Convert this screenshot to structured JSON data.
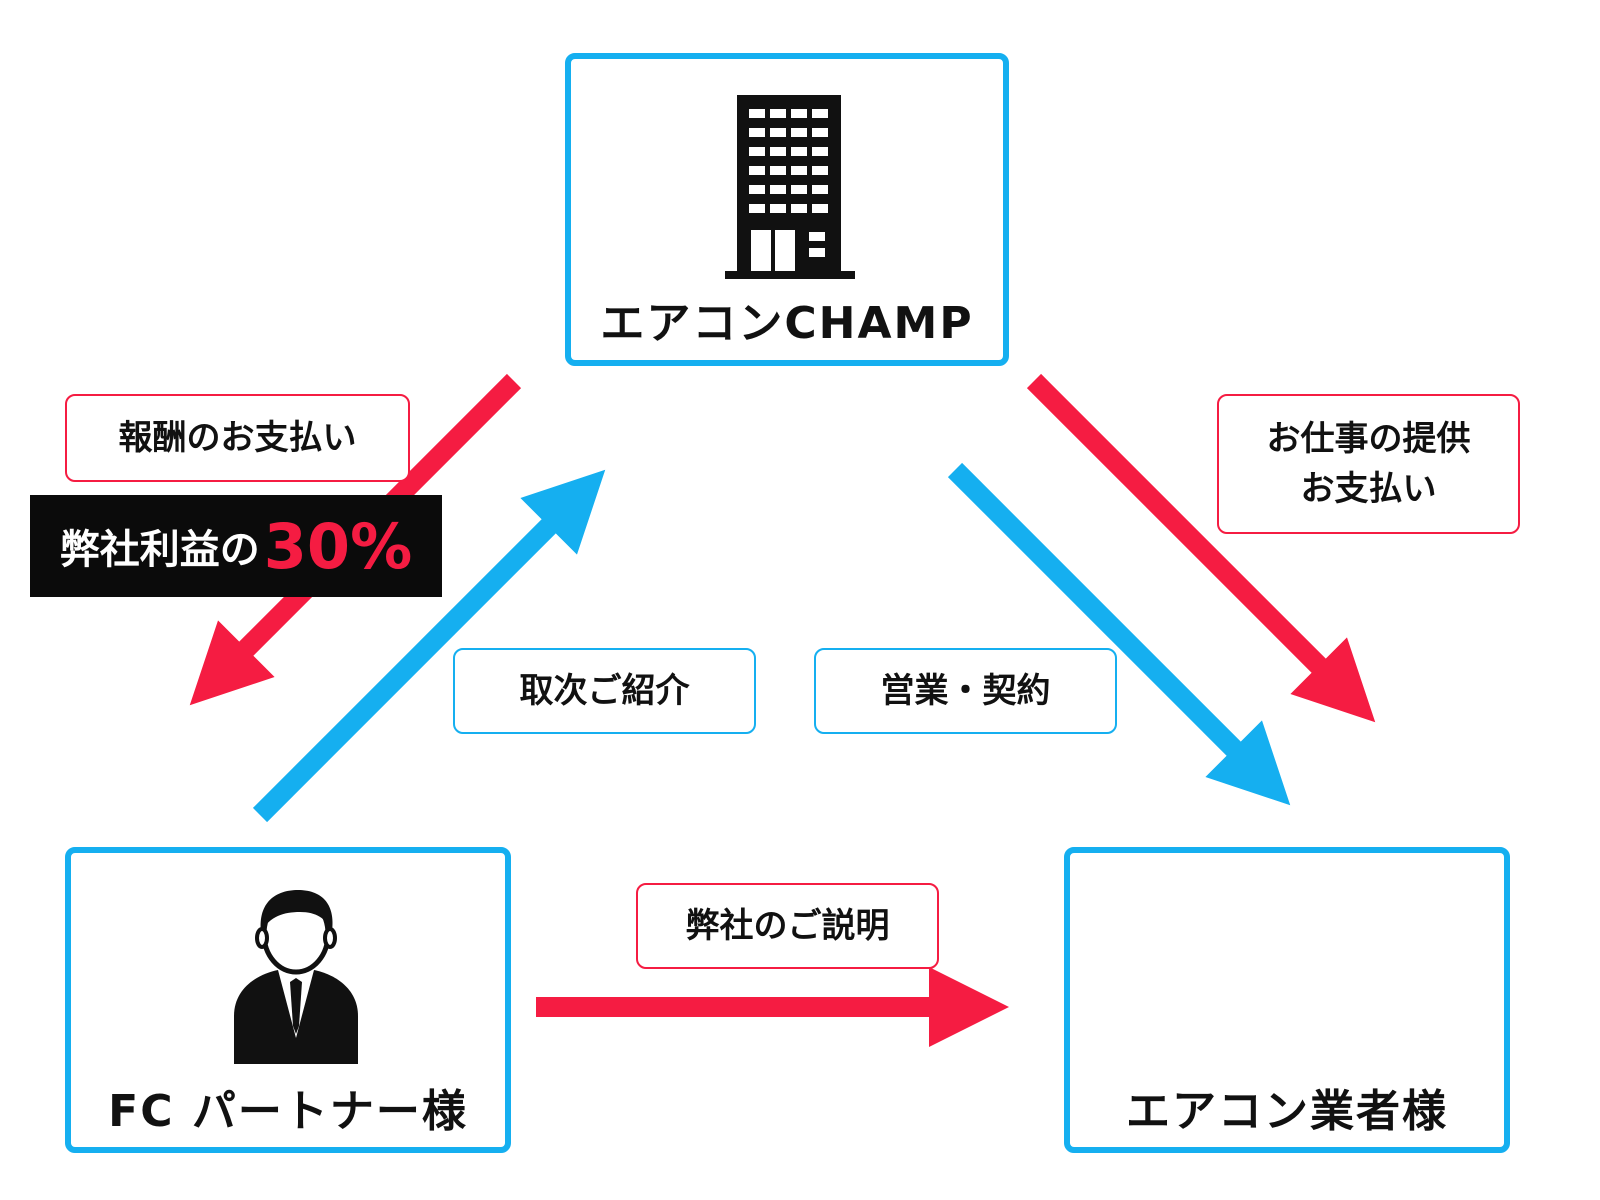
{
  "colors": {
    "accent_red": "#f51c42",
    "accent_blue": "#15aff0",
    "badge_bg": "#0b0b0b",
    "text": "#111111"
  },
  "nodes": {
    "champ": {
      "label": "エアコンCHAMP",
      "icon": "office-building-icon"
    },
    "partner": {
      "label": "FC パートナー様",
      "icon": "businessman-icon"
    },
    "contractor": {
      "label": "エアコン業者様"
    }
  },
  "tags": {
    "reward_payment": "報酬のお支払い",
    "work_offer": {
      "line1": "お仕事の提供",
      "line2": "お支払い"
    },
    "referral": "取次ご紹介",
    "sales_contract": "営業・契約",
    "explanation": "弊社のご説明"
  },
  "profit_badge": {
    "text": "弊社利益の",
    "highlight": "30%"
  }
}
